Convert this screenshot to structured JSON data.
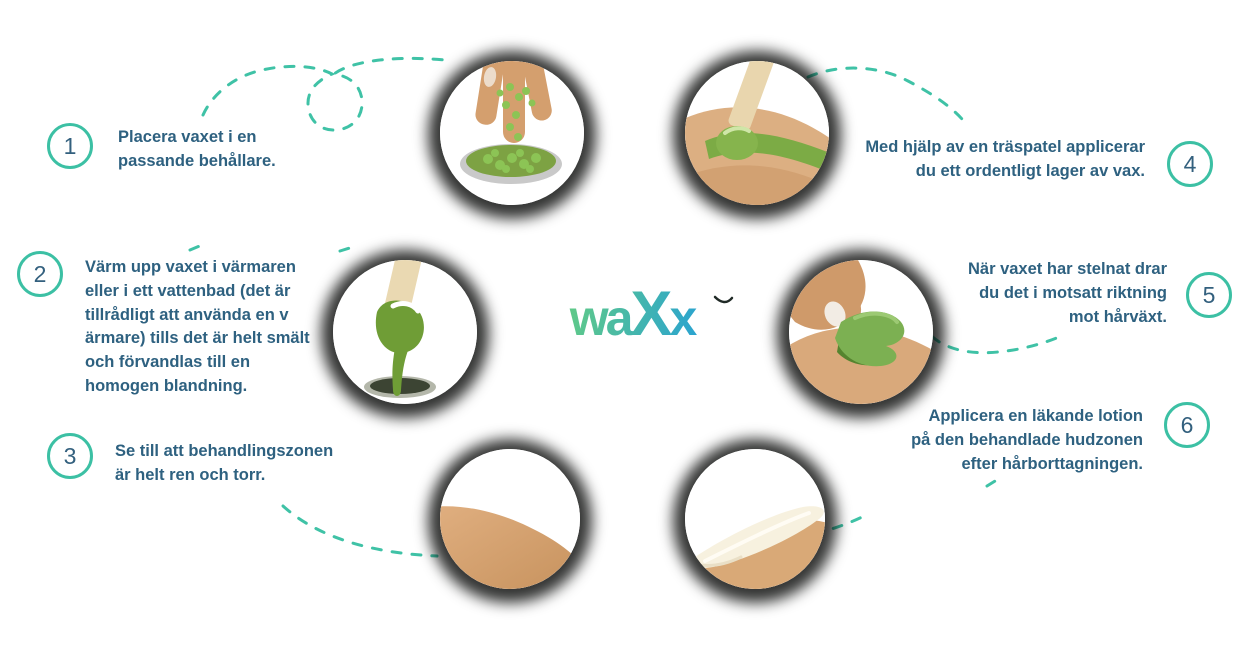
{
  "logo": {
    "part_wa": "wa",
    "part_X": "X",
    "part_x": "x"
  },
  "steps": [
    {
      "number": "1",
      "text": "Placera vaxet i en\npassande behållare."
    },
    {
      "number": "2",
      "text": "Värm upp vaxet i värmaren\neller i ett vattenbad (det är\ntillrådligt att använda en v\närmare) tills det är helt smält\noch förvandlas till en\nhomogen blandning."
    },
    {
      "number": "3",
      "text": "Se till att behandlingszonen\när helt ren och torr."
    },
    {
      "number": "4",
      "text": "Med hjälp av en träspatel applicerar\ndu ett ordentligt lager av vax."
    },
    {
      "number": "5",
      "text": "När vaxet har stelnat drar\ndu det i motsatt riktning\nmot hårväxt."
    },
    {
      "number": "6",
      "text": "Applicera en läkande lotion\npå den behandlade hudzonen\nefter hårborttagningen."
    }
  ],
  "photos": [
    {
      "label": "hand-dropping-wax-beads-into-bowl"
    },
    {
      "label": "spatula-applying-green-wax-on-skin"
    },
    {
      "label": "spatula-with-melted-wax-dripping"
    },
    {
      "label": "hand-pulling-off-hardened-wax"
    },
    {
      "label": "clean-bare-skin"
    },
    {
      "label": "lotion-applied-on-skin"
    }
  ],
  "colors": {
    "accent_teal": "#3cc0a4",
    "dash_teal": "#3fc2a6",
    "text_blue": "#2e6180",
    "logo_gradient_start": "#62cb85",
    "logo_gradient_end": "#2ba4cf"
  }
}
